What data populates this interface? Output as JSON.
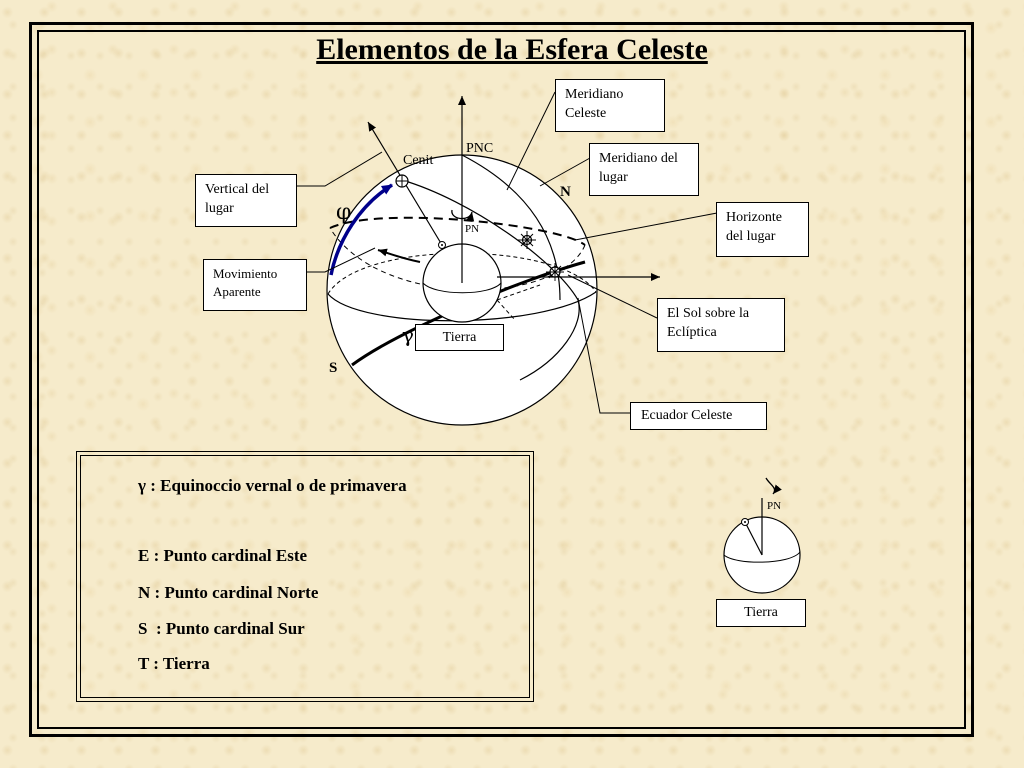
{
  "title": "Elementos de la Esfera Celeste",
  "labels": {
    "pnc": "PNC",
    "cenit": "Cenit",
    "pn": "PN",
    "n": "N",
    "s": "S",
    "phi": "φ",
    "gamma": "γ",
    "pn_small": "PN"
  },
  "boxes": {
    "meridiano_celeste": "Meridiano Celeste",
    "meridiano_lugar": "Meridiano del lugar",
    "vertical_lugar": "Vertical del lugar",
    "horizonte_lugar": "Horizonte del lugar",
    "movimiento_aparente": "Movimiento Aparente",
    "sol_ecliptica": "El Sol sobre la Eclíptica",
    "ecuador_celeste": "Ecuador Celeste",
    "tierra_main": "Tierra",
    "tierra_small": "Tierra"
  },
  "legend": [
    "γ : Equinoccio vernal o de primavera",
    "E : Punto cardinal Este",
    "N : Punto cardinal Norte",
    "S  : Punto cardinal Sur",
    "T : Tierra"
  ],
  "colors": {
    "latitude_arc": "#00008b",
    "ink": "#000000",
    "box_fill": "#ffffff"
  }
}
